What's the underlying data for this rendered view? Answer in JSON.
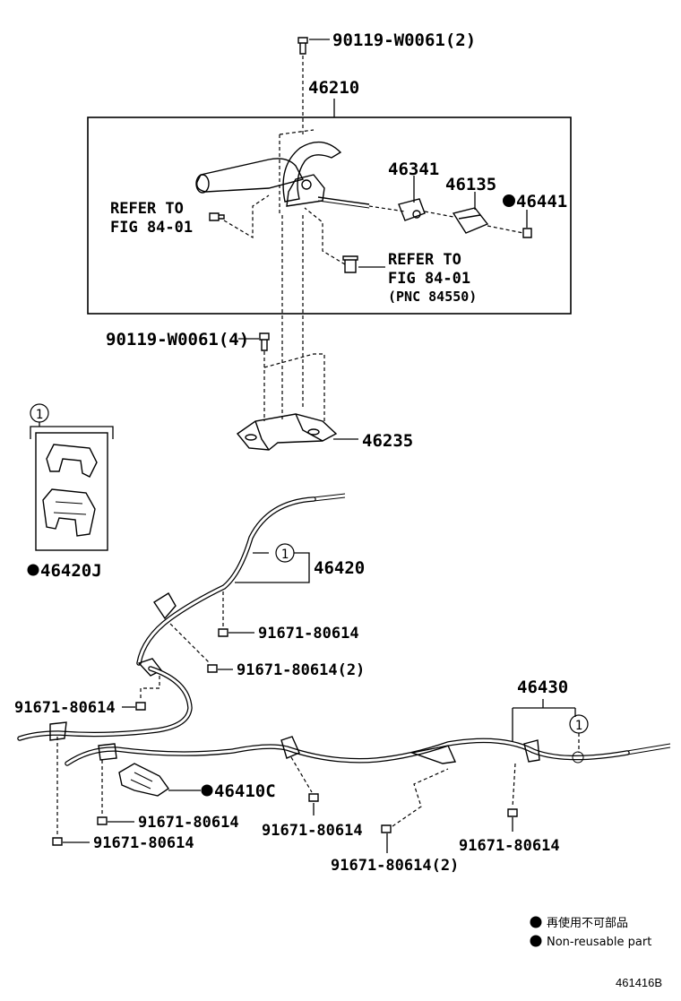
{
  "labels": {
    "bolt_top": "90119-W0061(2)",
    "lever_assy": "46210",
    "switch": "46341",
    "bracket": "46135",
    "nut_nonreuse": "46441",
    "refer_left_1": "REFER TO",
    "refer_left_2": "FIG 84-01",
    "refer_right_1": "REFER TO",
    "refer_right_2": "FIG 84-01",
    "refer_right_pnc": "(PNC 84550)",
    "bolt_mid": "90119-W0061(4)",
    "bracket_lower": "46235",
    "callout_num": "1",
    "clip_kit": "46420J",
    "cable_front": "46420",
    "bolt_a": "91671-80614",
    "bolt_b": "91671-80614(2)",
    "bolt_c": "91671-80614",
    "cable_rear": "46430",
    "clamp": "46410C",
    "bolt_d": "91671-80614",
    "bolt_e": "91671-80614",
    "bolt_f": "91671-80614",
    "bolt_g": "91671-80614(2)",
    "bolt_h": "91671-80614"
  },
  "legend": {
    "jp": "再使用不可部品",
    "en": "Non-reusable part"
  },
  "figure_id": "461416B"
}
